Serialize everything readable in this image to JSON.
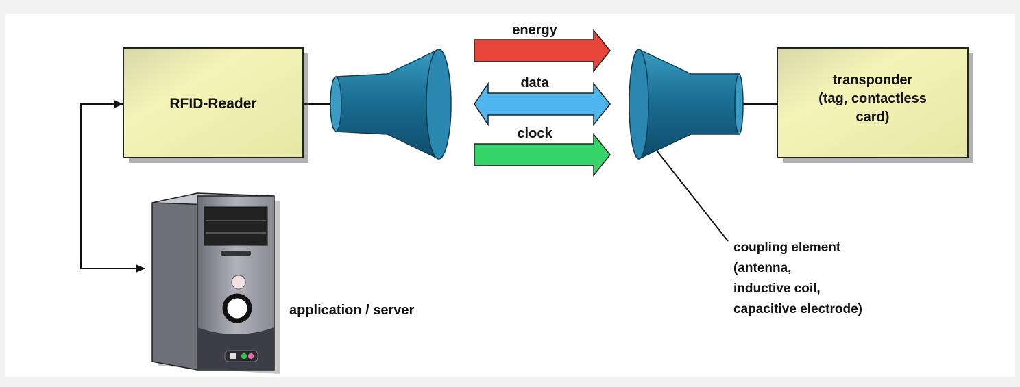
{
  "reader": {
    "label": "RFID-Reader"
  },
  "transponder": {
    "label": "transponder\n(tag, contactless\ncard)"
  },
  "flows": {
    "energy": "energy",
    "data": "data",
    "clock": "clock"
  },
  "computer": {
    "label": "application / server"
  },
  "coupling": {
    "label": "coupling element\n(antenna,\ninductive coil,\ncapacitive electrode)"
  },
  "colors": {
    "box_fill": "#f2f3b0",
    "antenna": "#1a6f94",
    "energy_arrow": "#e8443a",
    "data_arrow": "#4fb6ee",
    "clock_arrow": "#36d56a",
    "computer": "#9a9aa2"
  }
}
